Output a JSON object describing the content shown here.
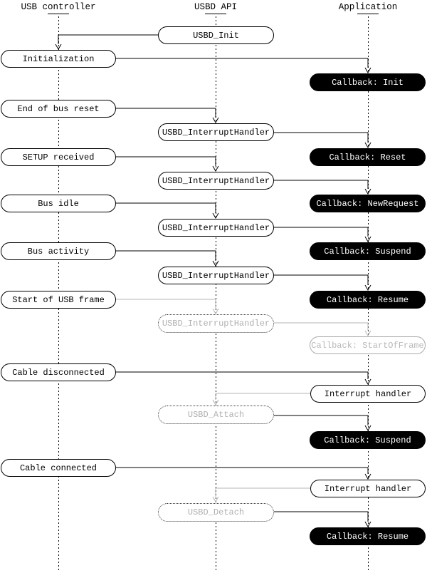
{
  "diagram": {
    "type": "sequence-flow",
    "background": "#ffffff"
  },
  "actors": [
    {
      "id": "usb-controller",
      "label": "USB controller"
    },
    {
      "id": "usbd-api",
      "label": "USBD API"
    },
    {
      "id": "application",
      "label": "Application"
    }
  ],
  "nodes": [
    {
      "id": "usbd-init",
      "label": "USBD_Init",
      "variant": "white",
      "column": "usbd-api"
    },
    {
      "id": "initialization",
      "label": "Initialization",
      "variant": "white",
      "column": "usb-controller"
    },
    {
      "id": "callback-init",
      "label": "Callback: Init",
      "variant": "black",
      "column": "application"
    },
    {
      "id": "end-of-bus-reset",
      "label": "End of bus reset",
      "variant": "white",
      "column": "usb-controller"
    },
    {
      "id": "usbd-interrupthandler-1",
      "label": "USBD_InterruptHandler",
      "variant": "white",
      "column": "usbd-api"
    },
    {
      "id": "callback-reset",
      "label": "Callback: Reset",
      "variant": "black",
      "column": "application"
    },
    {
      "id": "setup-received",
      "label": "SETUP received",
      "variant": "white",
      "column": "usb-controller"
    },
    {
      "id": "usbd-interrupthandler-2",
      "label": "USBD_InterruptHandler",
      "variant": "white",
      "column": "usbd-api"
    },
    {
      "id": "callback-newrequest",
      "label": "Callback: NewRequest",
      "variant": "black",
      "column": "application"
    },
    {
      "id": "bus-idle",
      "label": "Bus idle",
      "variant": "white",
      "column": "usb-controller"
    },
    {
      "id": "usbd-interrupthandler-3",
      "label": "USBD_InterruptHandler",
      "variant": "white",
      "column": "usbd-api"
    },
    {
      "id": "callback-suspend-1",
      "label": "Callback: Suspend",
      "variant": "black",
      "column": "application"
    },
    {
      "id": "bus-activity",
      "label": "Bus activity",
      "variant": "white",
      "column": "usb-controller"
    },
    {
      "id": "usbd-interrupthandler-4",
      "label": "USBD_InterruptHandler",
      "variant": "white",
      "column": "usbd-api"
    },
    {
      "id": "callback-resume-1",
      "label": "Callback: Resume",
      "variant": "black",
      "column": "application"
    },
    {
      "id": "start-of-usb-frame",
      "label": "Start of USB frame",
      "variant": "white",
      "column": "usb-controller"
    },
    {
      "id": "usbd-interrupthandler-5",
      "label": "USBD_InterruptHandler",
      "variant": "ghost-dotted",
      "column": "usbd-api"
    },
    {
      "id": "callback-startofframe",
      "label": "Callback: StartOfFrame",
      "variant": "ghost-outline",
      "column": "application"
    },
    {
      "id": "cable-disconnected",
      "label": "Cable disconnected",
      "variant": "white",
      "column": "usb-controller"
    },
    {
      "id": "interrupt-handler-1",
      "label": "Interrupt handler",
      "variant": "white",
      "column": "application"
    },
    {
      "id": "usbd-attach",
      "label": "USBD_Attach",
      "variant": "ghost-dotted",
      "column": "usbd-api"
    },
    {
      "id": "callback-suspend-2",
      "label": "Callback: Suspend",
      "variant": "black",
      "column": "application"
    },
    {
      "id": "cable-connected",
      "label": "Cable connected",
      "variant": "white",
      "column": "usb-controller"
    },
    {
      "id": "interrupt-handler-2",
      "label": "Interrupt handler",
      "variant": "white",
      "column": "application"
    },
    {
      "id": "usbd-detach",
      "label": "USBD_Detach",
      "variant": "ghost-dotted",
      "column": "usbd-api"
    },
    {
      "id": "callback-resume-2",
      "label": "Callback: Resume",
      "variant": "black",
      "column": "application"
    }
  ],
  "connections": [
    {
      "from": "usbd-init",
      "to": "initialization",
      "color": "black"
    },
    {
      "from": "initialization",
      "to": "callback-init",
      "color": "black"
    },
    {
      "from": "end-of-bus-reset",
      "to": "usbd-interrupthandler-1",
      "color": "black"
    },
    {
      "from": "usbd-interrupthandler-1",
      "to": "callback-reset",
      "color": "black"
    },
    {
      "from": "setup-received",
      "to": "usbd-interrupthandler-2",
      "color": "black"
    },
    {
      "from": "usbd-interrupthandler-2",
      "to": "callback-newrequest",
      "color": "black"
    },
    {
      "from": "bus-idle",
      "to": "usbd-interrupthandler-3",
      "color": "black"
    },
    {
      "from": "usbd-interrupthandler-3",
      "to": "callback-suspend-1",
      "color": "black"
    },
    {
      "from": "bus-activity",
      "to": "usbd-interrupthandler-4",
      "color": "black"
    },
    {
      "from": "usbd-interrupthandler-4",
      "to": "callback-resume-1",
      "color": "black"
    },
    {
      "from": "start-of-usb-frame",
      "to": "usbd-interrupthandler-5",
      "color": "gray"
    },
    {
      "from": "usbd-interrupthandler-5",
      "to": "callback-startofframe",
      "color": "gray"
    },
    {
      "from": "cable-disconnected",
      "to": "interrupt-handler-1",
      "color": "black"
    },
    {
      "from": "interrupt-handler-1",
      "to": "usbd-attach",
      "color": "gray"
    },
    {
      "from": "usbd-attach",
      "to": "callback-suspend-2",
      "color": "black"
    },
    {
      "from": "cable-connected",
      "to": "interrupt-handler-2",
      "color": "black"
    },
    {
      "from": "interrupt-handler-2",
      "to": "usbd-detach",
      "color": "gray"
    },
    {
      "from": "usbd-detach",
      "to": "callback-resume-2",
      "color": "black"
    }
  ],
  "colors": {
    "line_black": "#000000",
    "line_gray": "#b4b4b4",
    "ghost_text": "#b0b0b0",
    "ghost_border": "#aaaaaa",
    "node_black_bg": "#000000",
    "node_black_text": "#ffffff"
  }
}
